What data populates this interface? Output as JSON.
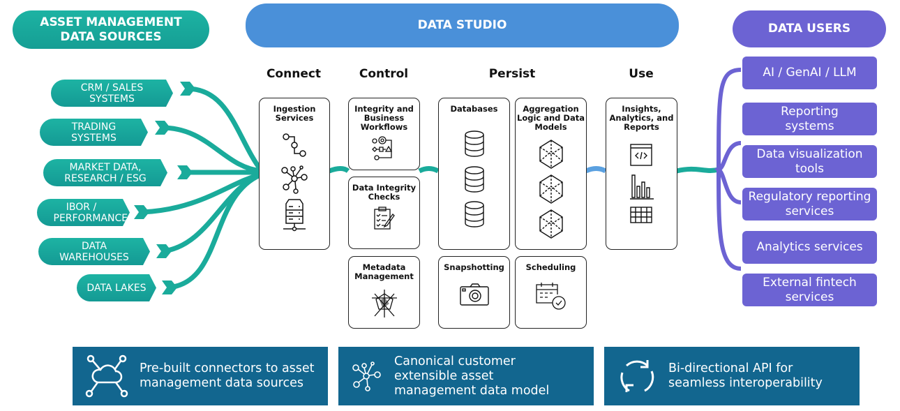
{
  "headers": {
    "sources": "ASSET MANAGEMENT\nDATA SOURCES",
    "studio": "DATA STUDIO",
    "users": "DATA USERS"
  },
  "columns": {
    "connect": "Connect",
    "control": "Control",
    "persist": "Persist",
    "use": "Use"
  },
  "sources": [
    "CRM / SALES SYSTEMS",
    "TRADING SYSTEMS",
    "MARKET DATA, RESEARCH / ESG",
    "IBOR / PERFORMANCE",
    "DATA WAREHOUSES",
    "DATA LAKES"
  ],
  "boxes": {
    "ingestion": "Ingestion Services",
    "integrity_workflows": "Integrity and Business Workflows",
    "integrity_checks": "Data Integrity Checks",
    "metadata": "Metadata Management",
    "databases": "Databases",
    "aggregation": "Aggregation Logic and Data Models",
    "snapshotting": "Snapshotting",
    "scheduling": "Scheduling",
    "insights": "Insights, Analytics, and Reports"
  },
  "users": [
    "AI / GenAI / LLM",
    "Reporting systems",
    "Data visualization tools",
    "Regulatory reporting services",
    "Analytics services",
    "External fintech services"
  ],
  "panels": [
    "Pre-built connectors to asset management data sources",
    "Canonical customer extensible asset management data model",
    "Bi-directional API for seamless interoperability"
  ],
  "colors": {
    "teal": "#1aab9b",
    "blue": "#4a90d9",
    "purple": "#6c63d3",
    "panel": "#12668f"
  }
}
